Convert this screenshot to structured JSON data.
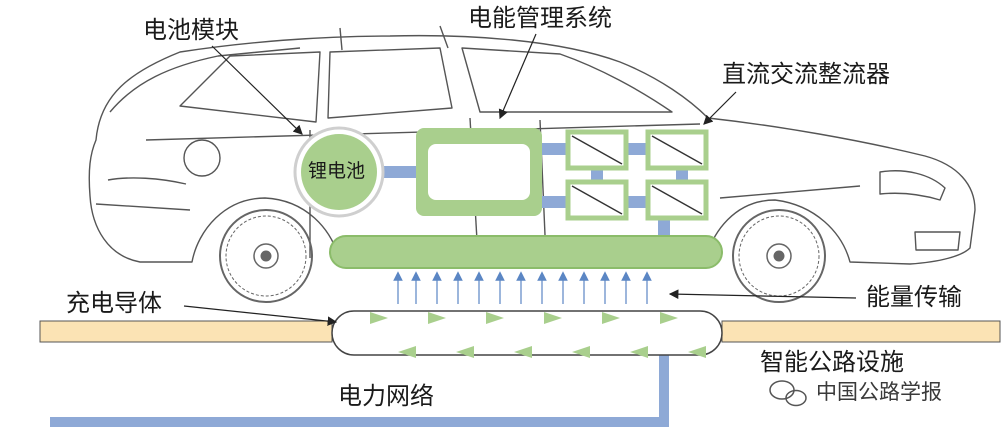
{
  "labels": {
    "battery_module": "电池模块",
    "energy_management": "电能管理系统",
    "dc_rectifier": "直流交流整流器",
    "lithium_battery": "锂电池",
    "charging_conductor": "充电导体",
    "energy_transfer": "能量传输",
    "smart_highway": "智能公路设施",
    "power_grid": "电力网络"
  },
  "watermark": {
    "text": "中国公路学报",
    "icon": "wechat-icon"
  },
  "colors": {
    "green_fill": "#a9cf8d",
    "green_stroke": "#8bbc6a",
    "blue_link": "#8ea9d6",
    "road": "#fbe3b4",
    "arrow_blue": "#5b86c4"
  }
}
